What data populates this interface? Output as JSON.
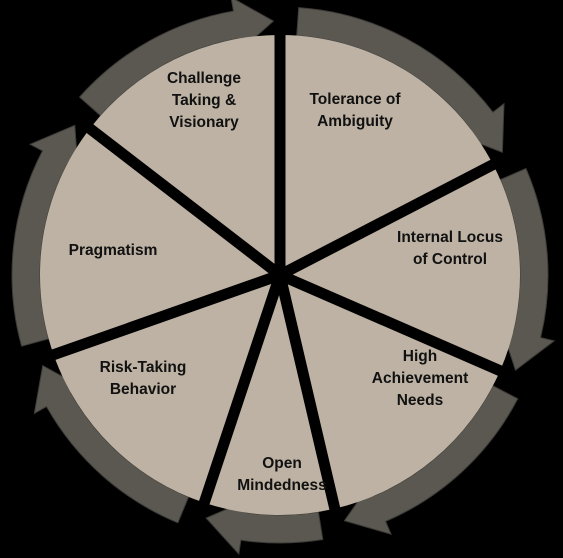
{
  "colors": {
    "background": "#000000",
    "ring": "#5b5852",
    "segment_fill": "#bdb2a3",
    "divider": "#000000",
    "label_text": "#111111"
  },
  "segments": [
    {
      "id": "challenge-taking",
      "lines": [
        "Challenge",
        "Taking &",
        "Visionary"
      ]
    },
    {
      "id": "tolerance-of-ambiguity",
      "lines": [
        "Tolerance of",
        "Ambiguity"
      ]
    },
    {
      "id": "internal-locus-of-control",
      "lines": [
        "Internal Locus",
        "of Control"
      ]
    },
    {
      "id": "high-achievement-needs",
      "lines": [
        "High",
        "Achievement",
        "Needs"
      ]
    },
    {
      "id": "open-mindedness",
      "lines": [
        "Open",
        "Mindedness"
      ]
    },
    {
      "id": "risk-taking-behavior",
      "lines": [
        "Risk-Taking",
        "Behavior"
      ]
    },
    {
      "id": "pragmatism",
      "lines": [
        "Pragmatism"
      ]
    }
  ]
}
